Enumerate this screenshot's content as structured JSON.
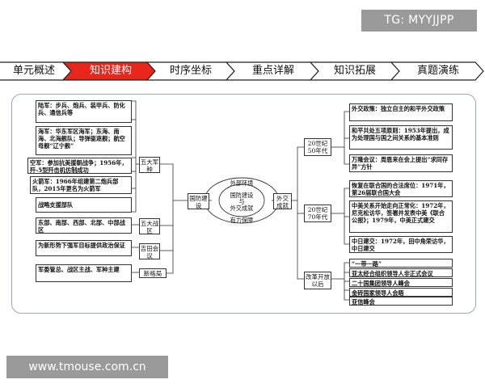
{
  "watermarks": {
    "top": "TG: MYYJJPP",
    "bottom": "www.tmouse.com.cn"
  },
  "nav": {
    "tabs": [
      "单元概述",
      "知识建构",
      "时序坐标",
      "重点详解",
      "知识拓展",
      "真题演练"
    ],
    "active_index": 1,
    "active_color": "#e8261c"
  },
  "map": {
    "center": {
      "line1": "国防建设",
      "line2": "与",
      "line3": "外交成就",
      "top": "外部环境",
      "bottom": "有力保障"
    },
    "defense": {
      "hub": "国防建设",
      "branches": {
        "army": "五大军种",
        "zone": "五大战区",
        "ji_tian": "吉田会议",
        "new_pattern": "新格局"
      },
      "cards": {
        "land": "陆军：步兵、炮兵、装甲兵、防化兵、通信兵等",
        "navy": "海军：华东军区海军；东海、南海、北海舰队；导弹驱逐舰；航空母舰“辽宁舰”",
        "air": "空军：参加抗美援朝战争；1956年，歼-5型歼击机仿制成功",
        "rocket": "火箭军：1966年组建第二炮兵部队，2015年更名为火箭军",
        "support": "战略支援部队",
        "zones": "东部、南部、西部、北部、中部战区",
        "politics": "为新形势下强军目标提供政治保证",
        "cmc": "军委管总、战区主战、军种主建"
      }
    },
    "diplomacy": {
      "hub": "外交成就",
      "periods": {
        "p50": "20世纪50年代",
        "p70": "20世纪70年代",
        "reform": "改革开放以后"
      },
      "cards": {
        "policy": "外交政策：独立自主的和平外交政策",
        "five": "和平共处五项原则：1953年提出，成为处理国与国之间关系的基本准则",
        "wanlong": "万隆会议：周恩来在会上提出“求同存异”方针",
        "un": "恢复在联合国的合法席位：1971年，第26届联合国大会",
        "sino_us": "中美关系开始走向正常化：1972年，尼克松访华，签署并发表中美《联合公报》；1979年，中美正式建交",
        "sino_jp": "中日建交：1972年，田中角荣访华，中日建交",
        "belt": "“一带一路”",
        "apec": "亚太经合组织领导人非正式会议",
        "g20": "二十国集团领导人峰会",
        "brics": "金砖国家领导人会晤",
        "cica": "亚信峰会"
      }
    }
  }
}
